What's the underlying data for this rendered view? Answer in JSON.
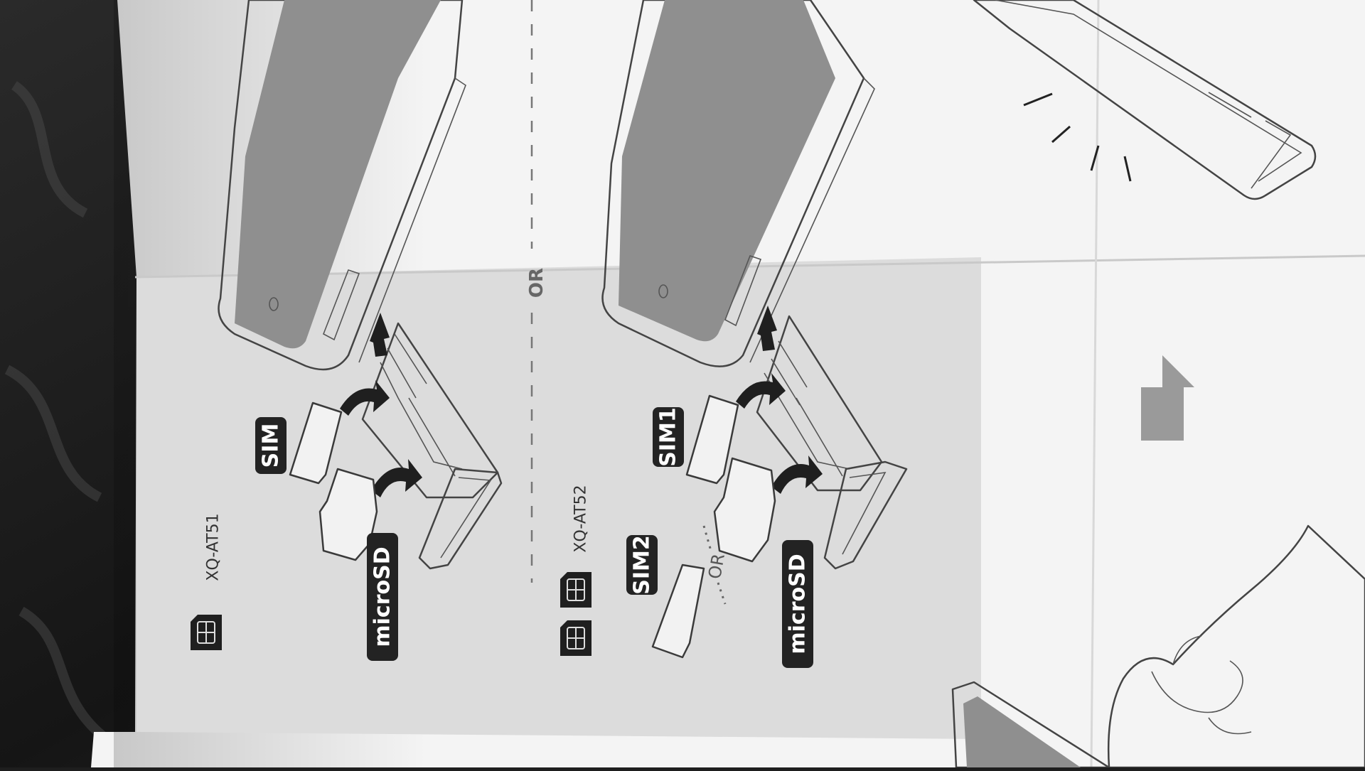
{
  "colors": {
    "background": "#1e1e1e",
    "paper": "#f4f4f4",
    "panel": "#dcdcdc",
    "label": "#232323",
    "screen": "#8f8f8f",
    "up_arrow": "#9a9a9a"
  },
  "icons": [
    "sim-card-icon",
    "up-arrow-icon",
    "insert-arrow-icon"
  ],
  "section_single": {
    "model": "XQ-AT51",
    "sim_label": "SIM",
    "microsd_label": "microSD"
  },
  "divider_label": "OR",
  "section_dual": {
    "model": "XQ-AT52",
    "sim1_label": "SIM1",
    "sim2_label": "SIM2",
    "or_label": "OR",
    "microsd_label": "microSD"
  }
}
